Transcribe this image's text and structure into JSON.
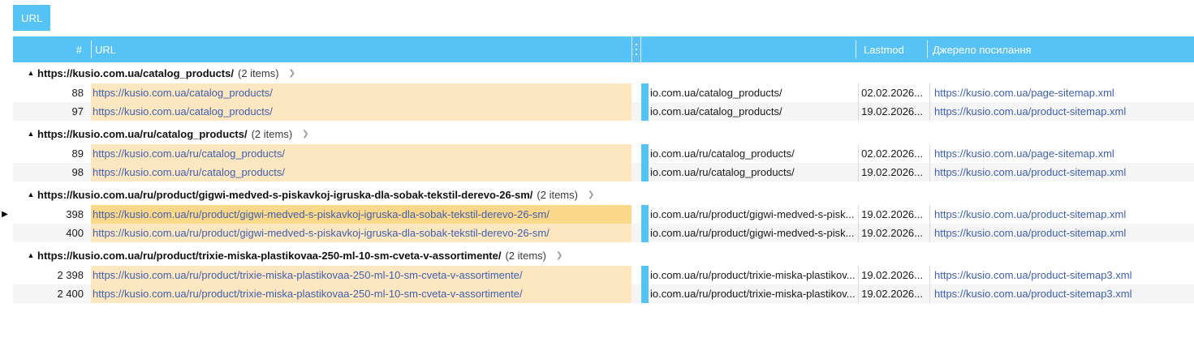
{
  "tab": {
    "label": "URL"
  },
  "accent_color": "#56c3f7",
  "highlight_color": "#fce7c0",
  "current_highlight_color": "#fbd78a",
  "link_color": "#3f5fb0",
  "columns": {
    "num": "#",
    "url": "URL",
    "url_secondary": "",
    "lastmod": "Lastmod",
    "source": "Джерело посилання"
  },
  "groups": [
    {
      "title": "https://kusio.com.ua/catalog_products/",
      "count": "(2 items)",
      "expanded": true,
      "rows": [
        {
          "num": "88",
          "url": "https://kusio.com.ua/catalog_products/",
          "url_secondary": "io.com.ua/catalog_products/",
          "lastmod": "02.02.2026...",
          "source": "https://kusio.com.ua/page-sitemap.xml",
          "current": false
        },
        {
          "num": "97",
          "url": "https://kusio.com.ua/catalog_products/",
          "url_secondary": "io.com.ua/catalog_products/",
          "lastmod": "19.02.2026...",
          "source": "https://kusio.com.ua/product-sitemap.xml",
          "current": false
        }
      ]
    },
    {
      "title": "https://kusio.com.ua/ru/catalog_products/",
      "count": "(2 items)",
      "expanded": true,
      "rows": [
        {
          "num": "89",
          "url": "https://kusio.com.ua/ru/catalog_products/",
          "url_secondary": "io.com.ua/ru/catalog_products/",
          "lastmod": "02.02.2026...",
          "source": "https://kusio.com.ua/page-sitemap.xml",
          "current": false
        },
        {
          "num": "98",
          "url": "https://kusio.com.ua/ru/catalog_products/",
          "url_secondary": "io.com.ua/ru/catalog_products/",
          "lastmod": "19.02.2026...",
          "source": "https://kusio.com.ua/product-sitemap.xml",
          "current": false
        }
      ]
    },
    {
      "title": "https://kusio.com.ua/ru/product/gigwi-medved-s-piskavkoj-igruska-dla-sobak-tekstil-derevo-26-sm/",
      "count": "(2 items)",
      "expanded": true,
      "rows": [
        {
          "num": "398",
          "url": "https://kusio.com.ua/ru/product/gigwi-medved-s-piskavkoj-igruska-dla-sobak-tekstil-derevo-26-sm/",
          "url_secondary": "io.com.ua/ru/product/gigwi-medved-s-pisk...",
          "lastmod": "19.02.2026...",
          "source": "https://kusio.com.ua/product-sitemap.xml",
          "current": true
        },
        {
          "num": "400",
          "url": "https://kusio.com.ua/ru/product/gigwi-medved-s-piskavkoj-igruska-dla-sobak-tekstil-derevo-26-sm/",
          "url_secondary": "io.com.ua/ru/product/gigwi-medved-s-pisk...",
          "lastmod": "19.02.2026...",
          "source": "https://kusio.com.ua/product-sitemap.xml",
          "current": false
        }
      ]
    },
    {
      "title": "https://kusio.com.ua/ru/product/trixie-miska-plastikovaa-250-ml-10-sm-cveta-v-assortimente/",
      "count": "(2 items)",
      "expanded": true,
      "rows": [
        {
          "num": "2 398",
          "url": "https://kusio.com.ua/ru/product/trixie-miska-plastikovaa-250-ml-10-sm-cveta-v-assortimente/",
          "url_secondary": "io.com.ua/ru/product/trixie-miska-plastikov...",
          "lastmod": "19.02.2026...",
          "source": "https://kusio.com.ua/product-sitemap3.xml",
          "current": false
        },
        {
          "num": "2 400",
          "url": "https://kusio.com.ua/ru/product/trixie-miska-plastikovaa-250-ml-10-sm-cveta-v-assortimente/",
          "url_secondary": "io.com.ua/ru/product/trixie-miska-plastikov...",
          "lastmod": "19.02.2026...",
          "source": "https://kusio.com.ua/product-sitemap3.xml",
          "current": false
        }
      ]
    }
  ],
  "icons": {
    "group_collapse": "▲",
    "group_more": "❯",
    "row_indicator": "▶"
  }
}
